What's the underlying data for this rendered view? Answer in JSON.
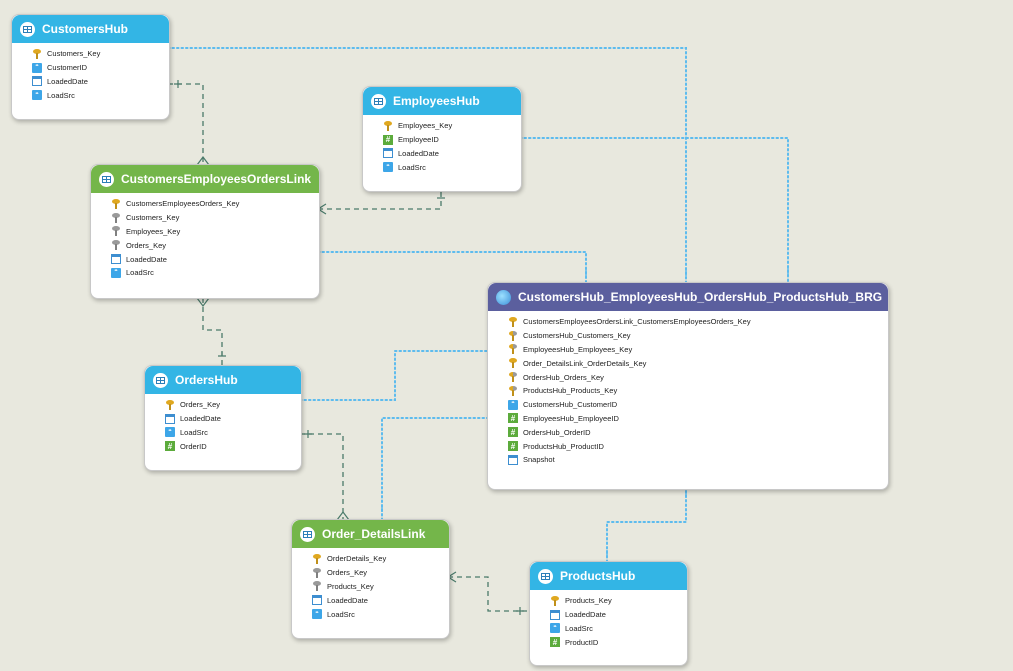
{
  "colors": {
    "hub": "#33b5e5",
    "link": "#74b64a",
    "bridge": "#5b5f9e",
    "background": "#e8e8de",
    "dashed_link": "#4a7a6a",
    "dotted_link": "#5cbbee"
  },
  "entities": {
    "customers_hub": {
      "title": "CustomersHub",
      "icon": "table-icon",
      "fields": [
        {
          "name": "Customers_Key",
          "type": "pk"
        },
        {
          "name": "CustomerID",
          "type": "str"
        },
        {
          "name": "LoadedDate",
          "type": "date"
        },
        {
          "name": "LoadSrc",
          "type": "str"
        }
      ]
    },
    "employees_hub": {
      "title": "EmployeesHub",
      "icon": "table-icon",
      "fields": [
        {
          "name": "Employees_Key",
          "type": "pk"
        },
        {
          "name": "EmployeeID",
          "type": "num"
        },
        {
          "name": "LoadedDate",
          "type": "date"
        },
        {
          "name": "LoadSrc",
          "type": "str"
        }
      ]
    },
    "ceo_link": {
      "title": "CustomersEmployeesOrdersLink",
      "icon": "table-icon",
      "fields": [
        {
          "name": "CustomersEmployeesOrders_Key",
          "type": "pk"
        },
        {
          "name": "Customers_Key",
          "type": "fk"
        },
        {
          "name": "Employees_Key",
          "type": "fk"
        },
        {
          "name": "Orders_Key",
          "type": "fk"
        },
        {
          "name": "LoadedDate",
          "type": "date"
        },
        {
          "name": "LoadSrc",
          "type": "str"
        }
      ]
    },
    "bridge": {
      "title": "CustomersHub_EmployeesHub_OrdersHub_ProductsHub_BRG",
      "icon": "bridge-icon",
      "fields": [
        {
          "name": "CustomersEmployeesOrdersLink_CustomersEmployeesOrders_Key",
          "type": "pk"
        },
        {
          "name": "CustomersHub_Customers_Key",
          "type": "mix"
        },
        {
          "name": "EmployeesHub_Employees_Key",
          "type": "mix"
        },
        {
          "name": "Order_DetailsLink_OrderDetails_Key",
          "type": "pk"
        },
        {
          "name": "OrdersHub_Orders_Key",
          "type": "mix"
        },
        {
          "name": "ProductsHub_Products_Key",
          "type": "mix"
        },
        {
          "name": "CustomersHub_CustomerID",
          "type": "str"
        },
        {
          "name": "EmployeesHub_EmployeeID",
          "type": "num"
        },
        {
          "name": "OrdersHub_OrderID",
          "type": "num"
        },
        {
          "name": "ProductsHub_ProductID",
          "type": "num"
        },
        {
          "name": "Snapshot",
          "type": "date"
        }
      ]
    },
    "orders_hub": {
      "title": "OrdersHub",
      "icon": "table-icon",
      "fields": [
        {
          "name": "Orders_Key",
          "type": "pk"
        },
        {
          "name": "LoadedDate",
          "type": "date"
        },
        {
          "name": "LoadSrc",
          "type": "str"
        },
        {
          "name": "OrderID",
          "type": "num"
        }
      ]
    },
    "order_details_link": {
      "title": "Order_DetailsLink",
      "icon": "table-icon",
      "fields": [
        {
          "name": "OrderDetails_Key",
          "type": "pk"
        },
        {
          "name": "Orders_Key",
          "type": "fk"
        },
        {
          "name": "Products_Key",
          "type": "fk"
        },
        {
          "name": "LoadedDate",
          "type": "date"
        },
        {
          "name": "LoadSrc",
          "type": "str"
        }
      ]
    },
    "products_hub": {
      "title": "ProductsHub",
      "icon": "table-icon",
      "fields": [
        {
          "name": "Products_Key",
          "type": "pk"
        },
        {
          "name": "LoadedDate",
          "type": "date"
        },
        {
          "name": "LoadSrc",
          "type": "str"
        },
        {
          "name": "ProductID",
          "type": "num"
        }
      ]
    }
  }
}
